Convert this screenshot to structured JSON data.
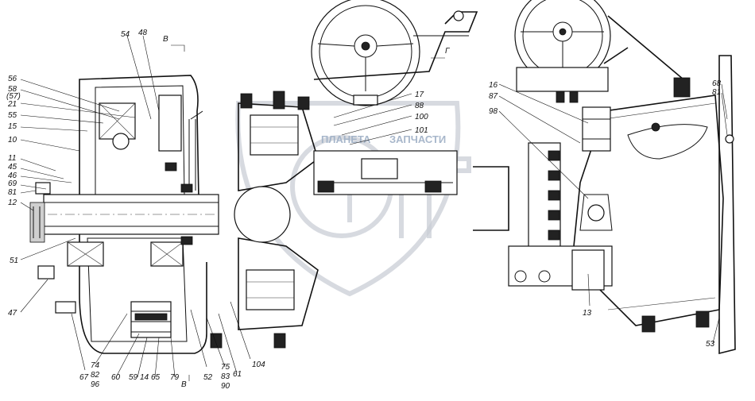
{
  "watermark": {
    "brand_left": "ПЛАНЕТА",
    "brand_right": "ЗАПЧАСТИ"
  },
  "view_markers": {
    "top": "В",
    "bottom": "В",
    "right": "Г"
  },
  "labels": [
    "54",
    "48",
    "56",
    "58",
    "(57)",
    "21",
    "55",
    "15",
    "10",
    "11",
    "45",
    "46",
    "69",
    "81",
    "12",
    "51",
    "47",
    "67",
    "74",
    "82",
    "96",
    "60",
    "59",
    "14",
    "65",
    "79",
    "52",
    "75",
    "83",
    "90",
    "61",
    "104",
    "17",
    "88",
    "100",
    "101",
    "16",
    "87",
    "98",
    "68",
    "81",
    "13",
    "53"
  ]
}
